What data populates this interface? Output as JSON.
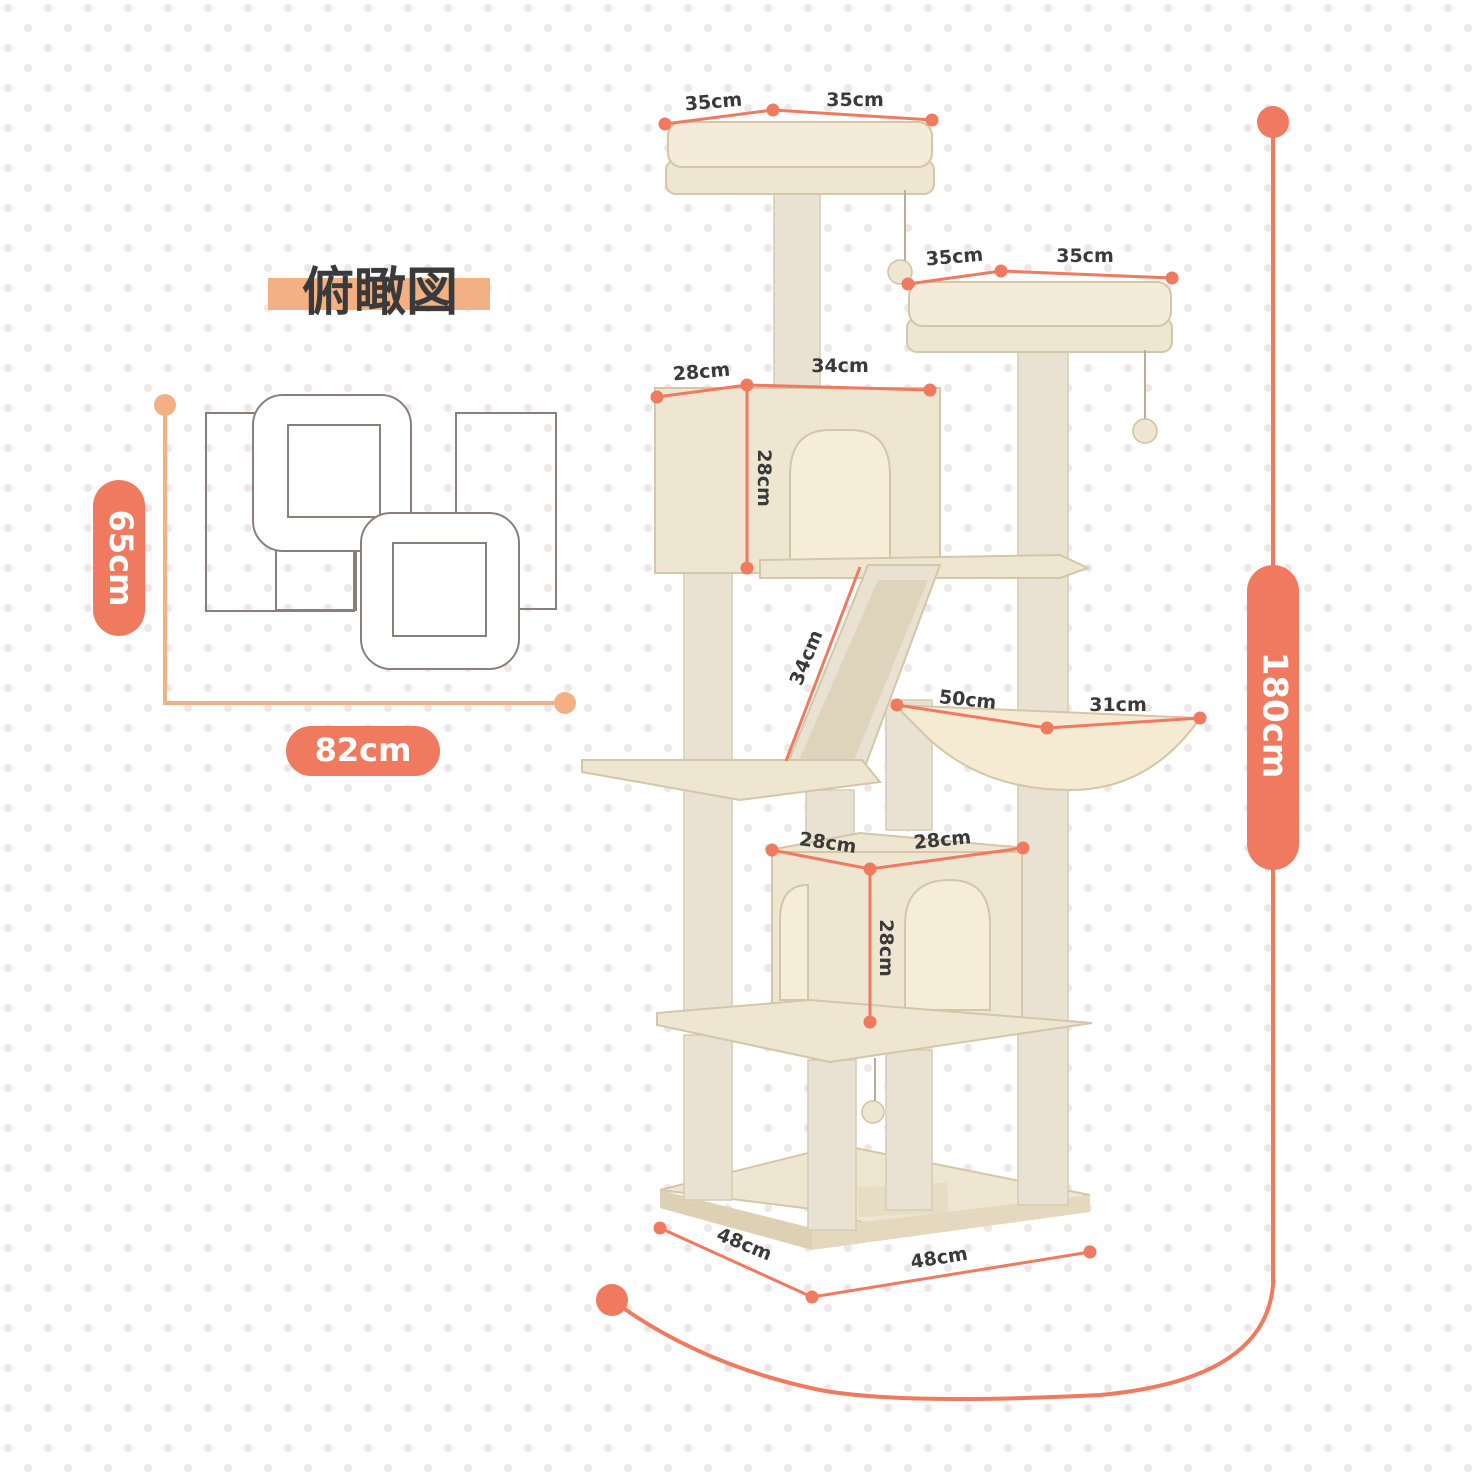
{
  "colors": {
    "accent": "#f07a5f",
    "accent_light": "#f3b183",
    "plush": "#efe6d2",
    "plush_shade": "#ddd0b4",
    "sisal": "#e9e2d2",
    "outline": "#8a8079",
    "dot": "#ece4e6"
  },
  "top_view": {
    "title": "俯瞰図",
    "depth_label": "65cm",
    "width_label": "82cm"
  },
  "tree": {
    "total_height_label": "180cm",
    "top_perch": {
      "depth": "35cm",
      "width": "35cm"
    },
    "second_perch": {
      "depth": "35cm",
      "width": "35cm"
    },
    "upper_condo": {
      "depth": "28cm",
      "width": "34cm",
      "height": "28cm"
    },
    "ramp": {
      "length": "34cm"
    },
    "hammock": {
      "width": "50cm",
      "depth": "31cm"
    },
    "lower_condo": {
      "depth": "28cm",
      "width": "28cm",
      "height": "28cm"
    },
    "base": {
      "depth": "48cm",
      "width": "48cm"
    }
  }
}
